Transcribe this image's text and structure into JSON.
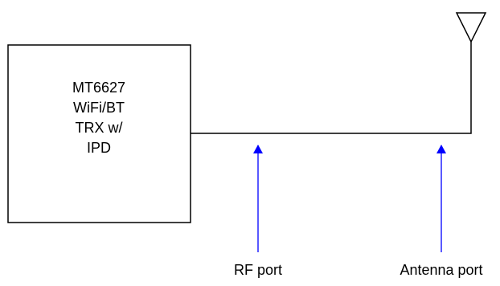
{
  "diagram": {
    "chip_block": {
      "lines": [
        "MT6627",
        "WiFi/BT",
        "TRX w/",
        "IPD"
      ]
    },
    "labels": {
      "rf_port": "RF port",
      "antenna_port": "Antenna port"
    },
    "colors": {
      "line": "#000000",
      "arrow": "#0000ff"
    }
  }
}
